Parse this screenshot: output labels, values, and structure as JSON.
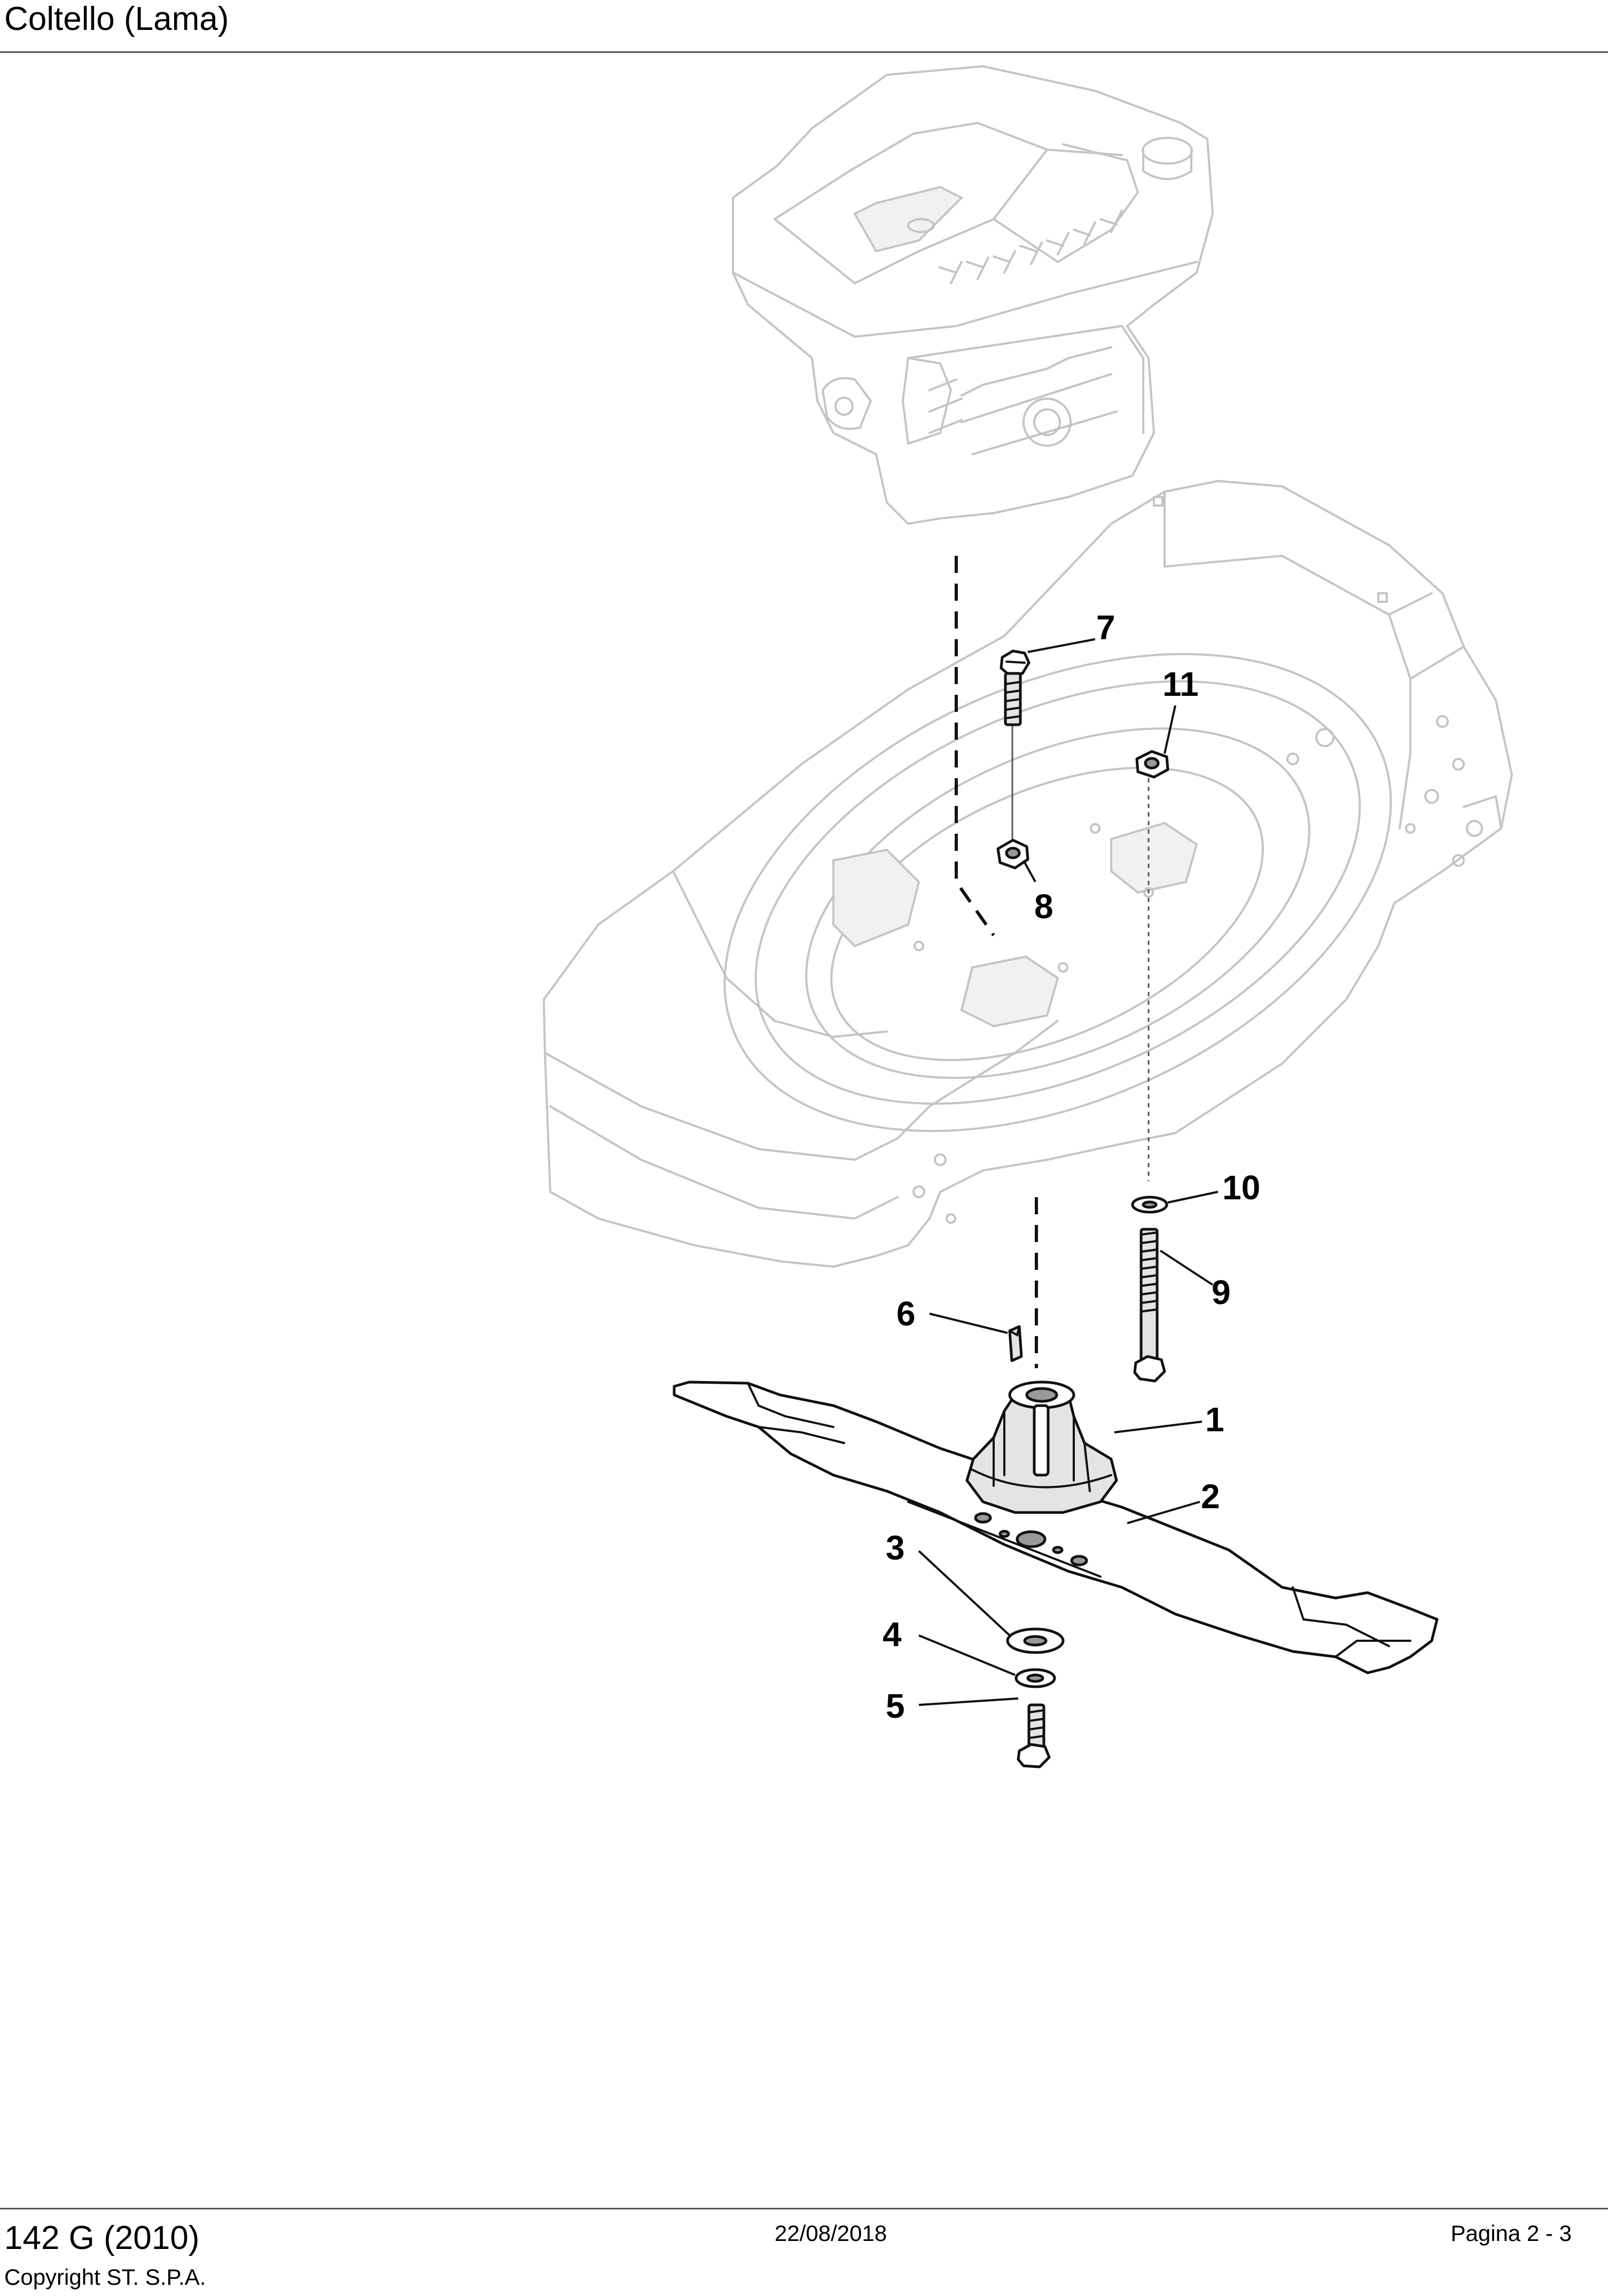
{
  "header": {
    "title": "Coltello (Lama)"
  },
  "footer": {
    "model": "142 G (2010)",
    "copyright": "Copyright ST. S.P.A.",
    "date": "22/08/2018",
    "page": "Pagina 2 - 3"
  },
  "diagram": {
    "callouts": {
      "c1": "1",
      "c2": "2",
      "c3": "3",
      "c4": "4",
      "c5": "5",
      "c6": "6",
      "c7": "7",
      "c8": "8",
      "c9": "9",
      "c10": "10",
      "c11": "11"
    }
  }
}
